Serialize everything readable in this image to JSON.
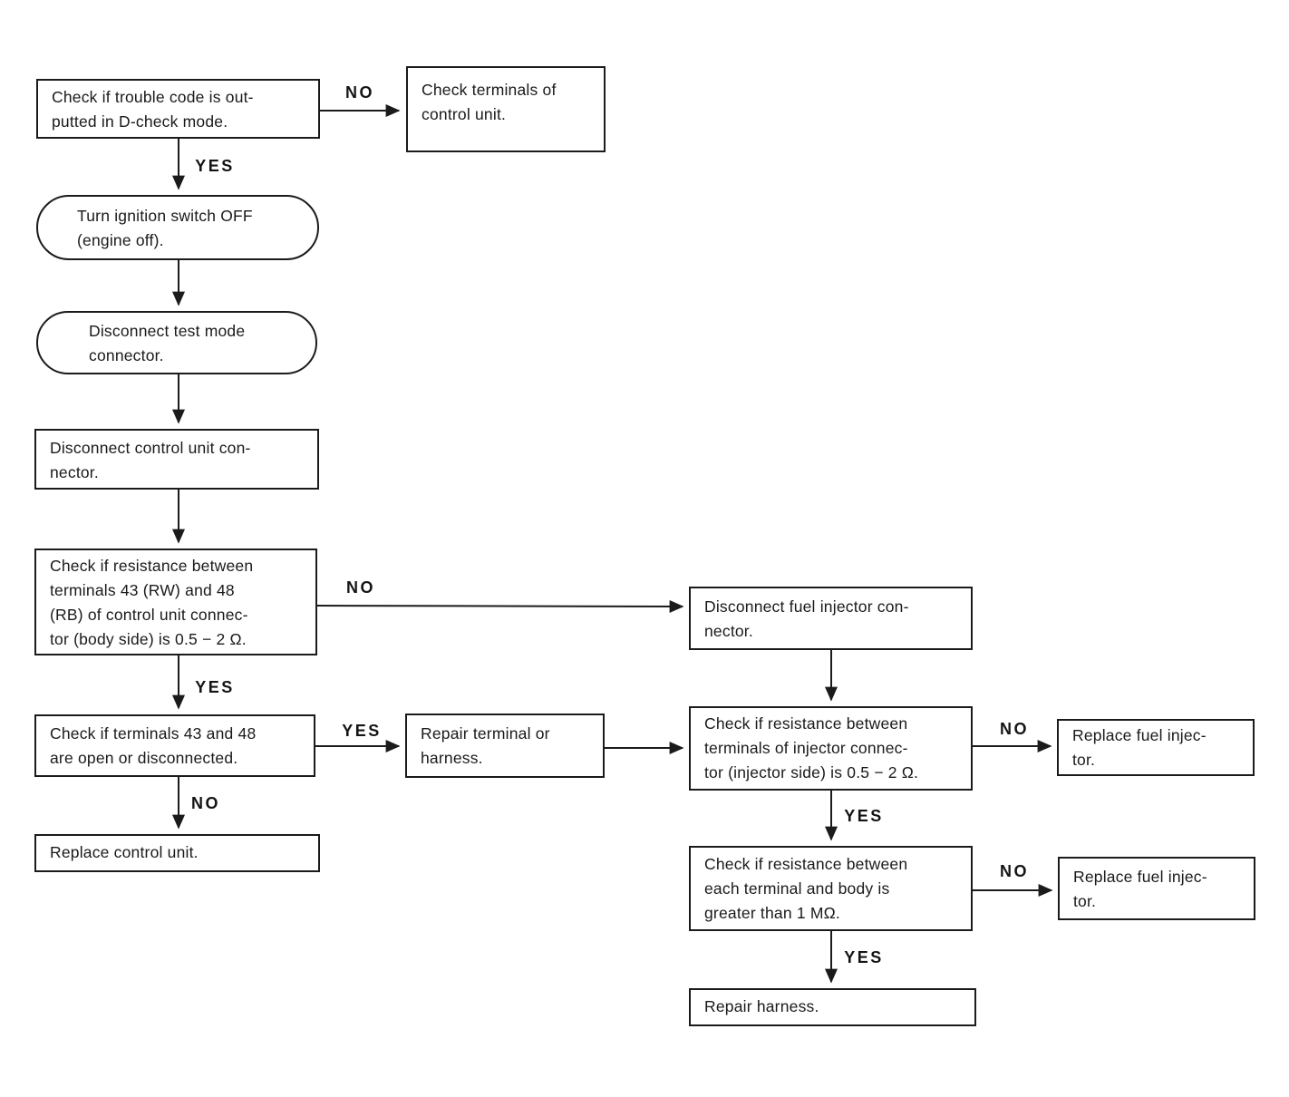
{
  "diagram": {
    "type": "flowchart",
    "subject": "Fuel injector / control unit trouble-code diagnostic procedure",
    "ink_color": "#1b1b1b",
    "background_color": "#ffffff"
  },
  "nodes": [
    {
      "id": "trouble-code-check",
      "shape": "rect",
      "text": "Check if trouble code is out-\nputted in D-check mode."
    },
    {
      "id": "check-terminals-of-control-unit",
      "shape": "rect",
      "text": "Check terminals of\ncontrol unit."
    },
    {
      "id": "turn-ignition-off",
      "shape": "stadium",
      "text": "Turn ignition switch OFF\n(engine off)."
    },
    {
      "id": "disconnect-test-mode-connector",
      "shape": "stadium",
      "text": "Disconnect test mode\nconnector."
    },
    {
      "id": "disconnect-control-unit-connector",
      "shape": "rect",
      "text": "Disconnect control unit con-\nnector."
    },
    {
      "id": "check-resistance-43-48",
      "shape": "rect",
      "text": "Check if resistance between\nterminals 43 (RW) and 48\n(RB) of control unit connec-\ntor (body side) is 0.5 − 2 Ω."
    },
    {
      "id": "check-terminals-43-48-open",
      "shape": "rect",
      "text": "Check if terminals 43 and 48\nare open or disconnected."
    },
    {
      "id": "repair-terminal-or-harness",
      "shape": "rect",
      "text": "Repair terminal or\nharness."
    },
    {
      "id": "replace-control-unit",
      "shape": "rect",
      "text": "Replace control unit."
    },
    {
      "id": "disconnect-fuel-injector-connector",
      "shape": "rect",
      "text": "Disconnect fuel injector con-\nnector."
    },
    {
      "id": "check-resistance-injector-connector",
      "shape": "rect",
      "text": "Check if resistance between\nterminals of injector connec-\ntor (injector side) is 0.5 − 2 Ω."
    },
    {
      "id": "replace-fuel-injector-1",
      "shape": "rect",
      "text": "Replace fuel injec-\ntor."
    },
    {
      "id": "check-resistance-terminal-body",
      "shape": "rect",
      "text": "Check if resistance between\neach terminal and body is\ngreater than 1 MΩ."
    },
    {
      "id": "replace-fuel-injector-2",
      "shape": "rect",
      "text": "Replace fuel injec-\ntor."
    },
    {
      "id": "repair-harness",
      "shape": "rect",
      "text": "Repair harness."
    }
  ],
  "edges": [
    {
      "from": "trouble-code-check",
      "to": "check-terminals-of-control-unit",
      "label": "NO"
    },
    {
      "from": "trouble-code-check",
      "to": "turn-ignition-off",
      "label": "YES"
    },
    {
      "from": "turn-ignition-off",
      "to": "disconnect-test-mode-connector",
      "label": ""
    },
    {
      "from": "disconnect-test-mode-connector",
      "to": "disconnect-control-unit-connector",
      "label": ""
    },
    {
      "from": "disconnect-control-unit-connector",
      "to": "check-resistance-43-48",
      "label": ""
    },
    {
      "from": "check-resistance-43-48",
      "to": "disconnect-fuel-injector-connector",
      "label": "NO"
    },
    {
      "from": "check-resistance-43-48",
      "to": "check-terminals-43-48-open",
      "label": "YES"
    },
    {
      "from": "check-terminals-43-48-open",
      "to": "repair-terminal-or-harness",
      "label": "YES"
    },
    {
      "from": "check-terminals-43-48-open",
      "to": "replace-control-unit",
      "label": "NO"
    },
    {
      "from": "repair-terminal-or-harness",
      "to": "check-resistance-injector-connector",
      "label": ""
    },
    {
      "from": "disconnect-fuel-injector-connector",
      "to": "check-resistance-injector-connector",
      "label": ""
    },
    {
      "from": "check-resistance-injector-connector",
      "to": "replace-fuel-injector-1",
      "label": "NO"
    },
    {
      "from": "check-resistance-injector-connector",
      "to": "check-resistance-terminal-body",
      "label": "YES"
    },
    {
      "from": "check-resistance-terminal-body",
      "to": "replace-fuel-injector-2",
      "label": "NO"
    },
    {
      "from": "check-resistance-terminal-body",
      "to": "repair-harness",
      "label": "YES"
    }
  ]
}
